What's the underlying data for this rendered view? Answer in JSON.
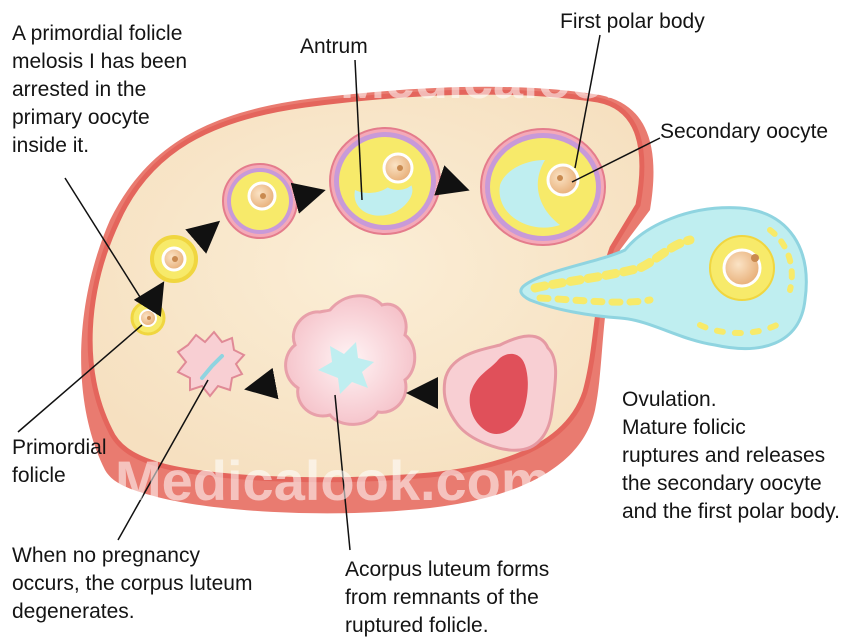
{
  "labels": {
    "primordial_text": "A primordial folicle\nmelosis I has been\narrested in the\nprimary oocyte\ninside it.",
    "antrum": "Antrum",
    "first_polar_body": "First polar body",
    "secondary_oocyte": "Secondary oocyte",
    "primordial_folicle": "Primordial\nfolicle",
    "ovulation": "Ovulation.\nMature folicic\nruptures and releases\nthe secondary oocyte\nand the first polar body.",
    "no_pregnancy": "When no pregnancy\noccurs, the corpus luteum\ndegenerates.",
    "corpus_luteum": "Acorpus luteum forms\nfrom remnants of the\nruptured folicle."
  },
  "watermark": "Medicalook.com",
  "colors": {
    "ovary_fill": "#f9e6c8",
    "ovary_border": "#e8736a",
    "granulosa": "#f7ea6a",
    "theca": "#c89ad8",
    "antrum": "#bfeef0",
    "oocyte": "#f2c79a",
    "corpus": "#f8d2d6",
    "hemorrhagic": "#e0505a"
  }
}
